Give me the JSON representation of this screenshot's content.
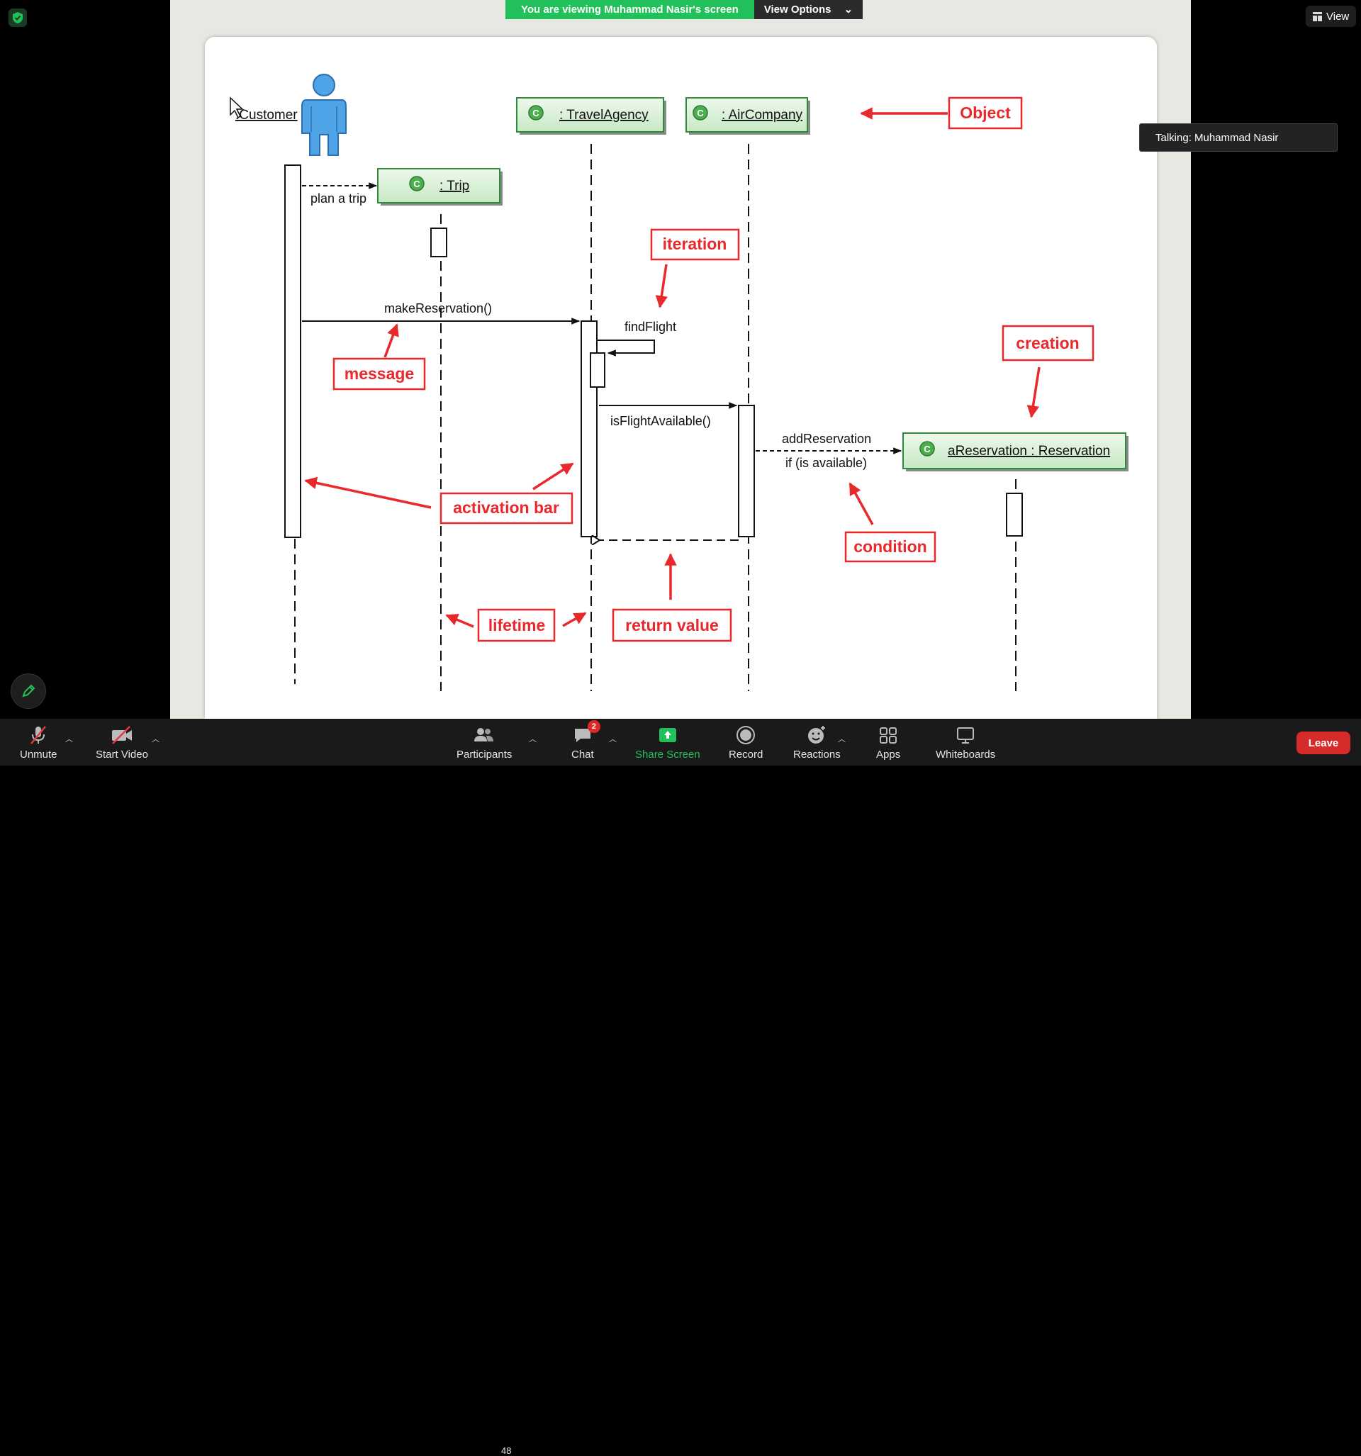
{
  "meeting": {
    "banner": "You are viewing Muhammad Nasir's screen",
    "view_options": "View Options",
    "view_label": "View",
    "talking": "Talking: Muhammad Nasir"
  },
  "diagram": {
    "actor": ":Customer",
    "objects": {
      "travel_agency": ": TravelAgency",
      "air_company": ": AirCompany",
      "trip": ": Trip",
      "reservation": "aReservation : Reservation",
      "icon_letter": "C"
    },
    "messages": {
      "plan_trip": "plan a trip",
      "make_reservation": "makeReservation()",
      "find_flight": "findFlight",
      "is_flight_available": "isFlightAvailable()",
      "add_reservation": "addReservation",
      "condition": "if (is available)"
    },
    "annotations": {
      "object": "Object",
      "iteration": "iteration",
      "creation": "creation",
      "message": "message",
      "activation_bar": "activation bar",
      "condition": "condition",
      "lifetime": "lifetime",
      "return_value": "return value"
    },
    "colors": {
      "annotation_red": "#e8282b",
      "object_green": "#d9f2d8"
    }
  },
  "toolbar": {
    "unmute": "Unmute",
    "start_video": "Start Video",
    "participants": "Participants",
    "participants_count": "48",
    "chat": "Chat",
    "chat_badge": "2",
    "share_screen": "Share Screen",
    "record": "Record",
    "reactions": "Reactions",
    "apps": "Apps",
    "whiteboards": "Whiteboards",
    "leave": "Leave"
  }
}
